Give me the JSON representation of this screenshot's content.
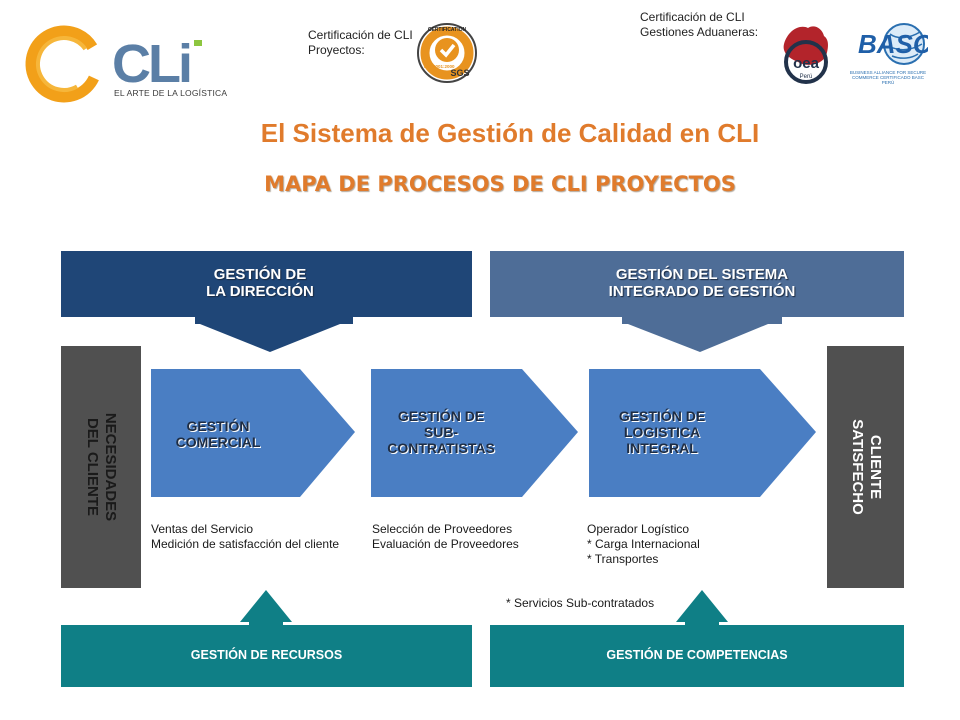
{
  "header": {
    "logo_text": "CLi",
    "logo_tagline": "EL ARTE DE LA LOGÍSTICA",
    "cert_projects_label": "Certificación de CLI Proyectos:",
    "cert_customs_label": "Certificación de CLI Gestiones Aduaneras:",
    "seal": {
      "ring_text": "CERTIFICATION",
      "left_text": "ISO 9001:2000",
      "brand": "SGS"
    },
    "oea": {
      "text": "oea",
      "sub": "Perú"
    },
    "basc": {
      "text": "BASC",
      "sub": "BUSINESS ALLIANCE FOR SECURE COMMERCE CERTIFICADO BASC PERÚ"
    }
  },
  "title": "El Sistema de Gestión de Calidad en CLI",
  "subtitle": "MAPA DE PROCESOS DE CLI PROYECTOS",
  "diagram": {
    "top_left": {
      "line1": "GESTIÓN DE",
      "line2": "LA DIRECCIÓN"
    },
    "top_right": {
      "line1": "GESTIÓN DEL SISTEMA",
      "line2": "INTEGRADO DE GESTIÓN"
    },
    "left_bar": {
      "line1": "NECESIDADES",
      "line2": "DEL CLIENTE"
    },
    "right_bar": {
      "line1": "CLIENTE",
      "line2": "SATISFECHO"
    },
    "processes": [
      {
        "line1": "GESTIÓN",
        "line2": "COMERCIAL",
        "line3": ""
      },
      {
        "line1": "GESTIÓN DE",
        "line2": "SUB-",
        "line3": "CONTRATISTAS"
      },
      {
        "line1": "GESTIÓN DE",
        "line2": "LOGISTICA",
        "line3": "INTEGRAL"
      }
    ],
    "descriptions": [
      {
        "line1": "Ventas del Servicio",
        "line2": "Medición de satisfacción del cliente",
        "line3": ""
      },
      {
        "line1": "Selección de Proveedores",
        "line2": "Evaluación de Proveedores",
        "line3": ""
      },
      {
        "line1": "Operador Logístico",
        "line2": "* Carga Internacional",
        "line3": "* Transportes"
      }
    ],
    "subcontracted_note": "* Servicios Sub-contratados",
    "bottom_left": "GESTIÓN DE RECURSOS",
    "bottom_right": "GESTIÓN DE COMPETENCIAS"
  },
  "colors": {
    "accent_orange": "#e07b2c",
    "dark_navy": "#1f4677",
    "slate_blue": "#4e6d97",
    "process_blue": "#4a7ec3",
    "dark_gray": "#505050",
    "teal": "#0f7f86"
  }
}
